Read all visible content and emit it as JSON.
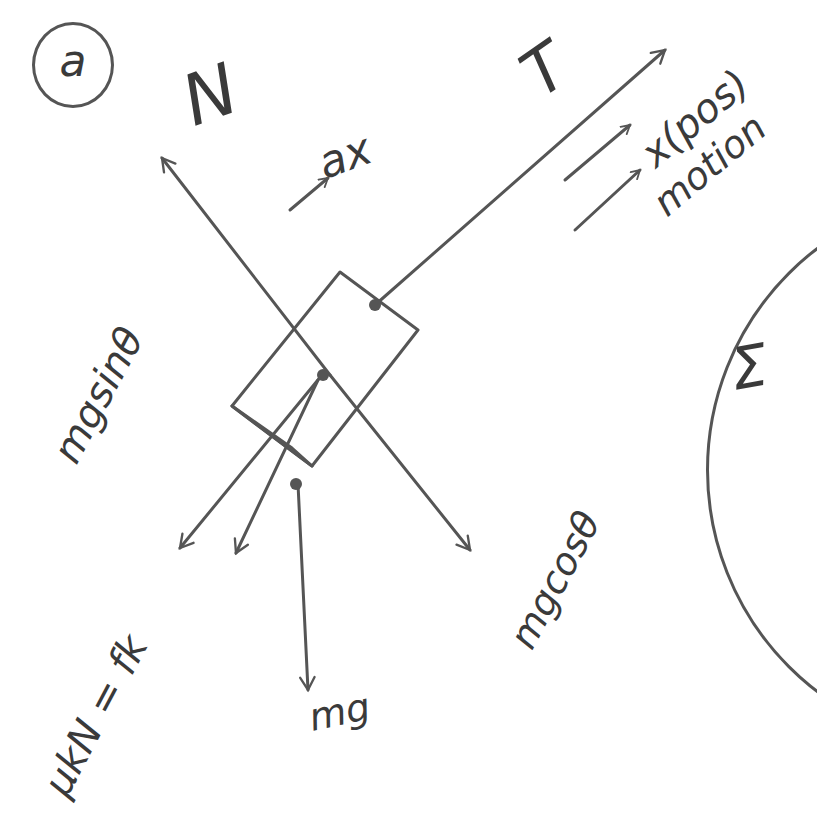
{
  "diagram": {
    "nodes": [
      {
        "text": [
          "a"
        ]
      },
      {
        "text": [
          "Σ"
        ]
      }
    ],
    "labels": [
      "N",
      "T",
      "ax",
      "x(pos)",
      "motion",
      "mgsinθ",
      "mgcosθ",
      "μkN = fk",
      "mg"
    ]
  }
}
